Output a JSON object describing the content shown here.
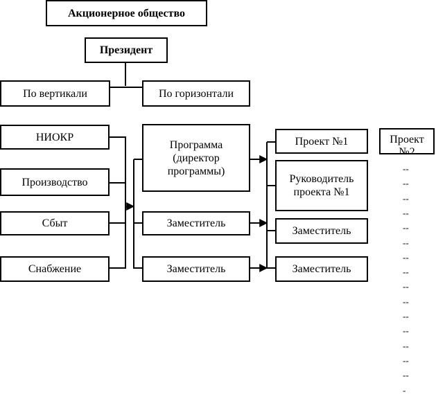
{
  "nodes": {
    "company": "Акционерное общество",
    "president": "Президент",
    "vertical": "По вертикали",
    "horizontal": "По горизонтали",
    "niokr": "НИОКР",
    "production": "Производство",
    "sales": "Сбыт",
    "supply": "Снабжение",
    "program": "Программа (директор программы)",
    "deputy_1": "Заместитель",
    "deputy_2": "Заместитель",
    "project_1": "Проект №1",
    "project_manager": "Руководитель проекта №1",
    "project_deputy_1": "Заместитель",
    "project_deputy_2": "Заместитель",
    "project_2": "Проект №2"
  },
  "dashes": [
    "--",
    "--",
    "--",
    "--",
    "--",
    "--",
    "--",
    "--",
    "--",
    "--",
    "--",
    "--",
    "--",
    "--",
    "--",
    "-"
  ]
}
